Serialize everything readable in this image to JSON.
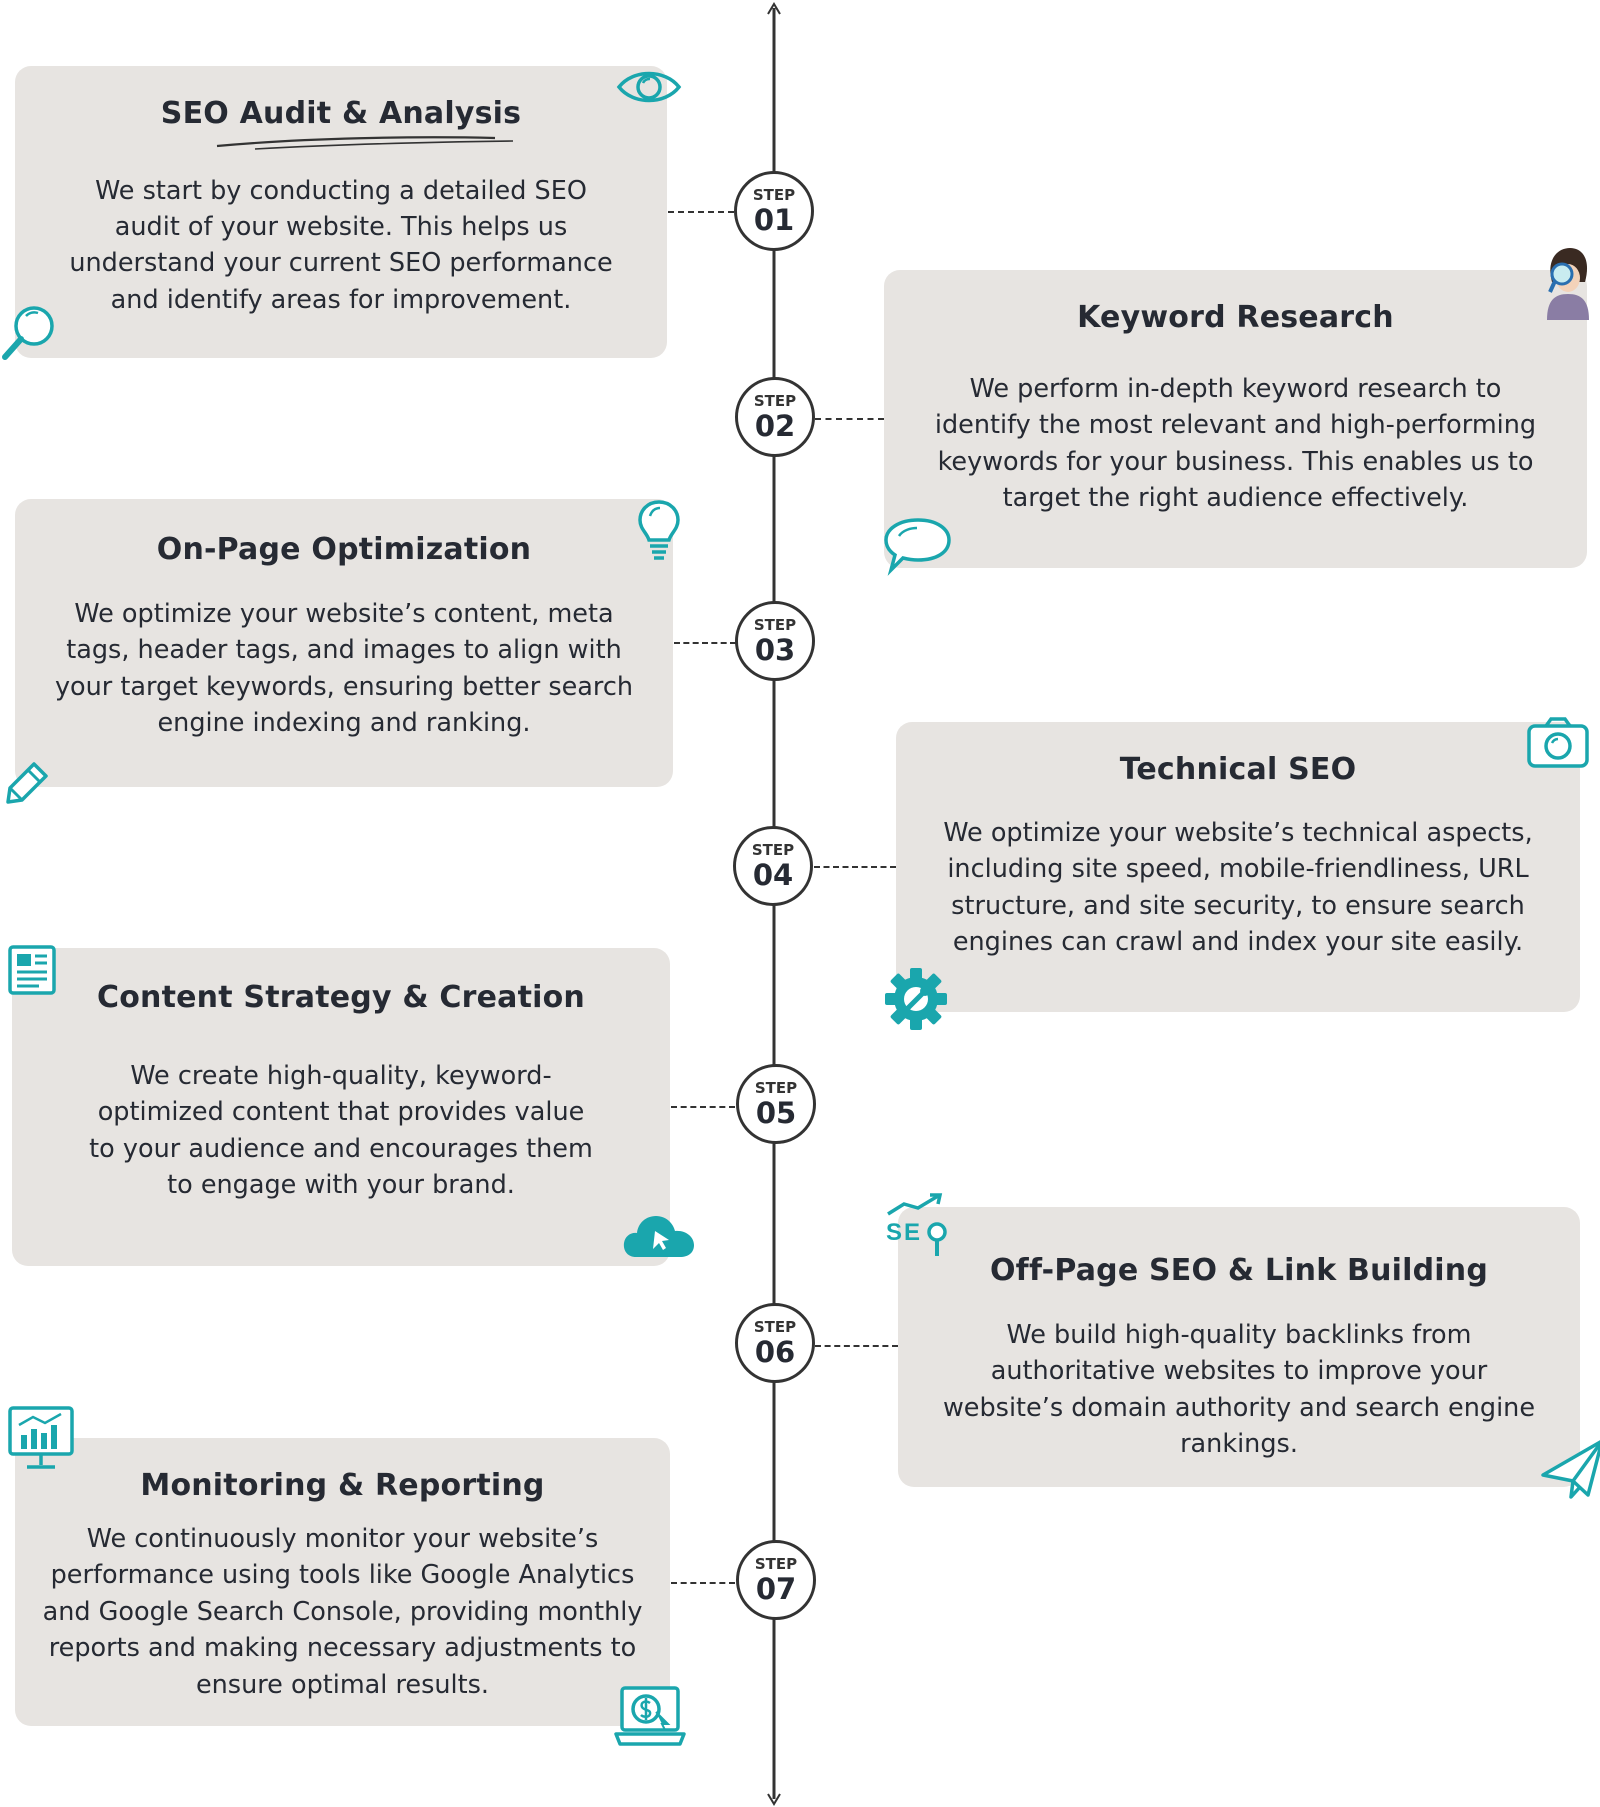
{
  "accent_color": "#1aa6ad",
  "card_color": "#e7e4e1",
  "steps": [
    {
      "step_word": "STEP",
      "number": "01",
      "title": "SEO Audit & Analysis",
      "lines": [
        "We start by conducting a detailed SEO",
        "audit of your website. This helps us",
        "understand your current SEO performance",
        "and identify areas for improvement."
      ],
      "icons": [
        "eye-icon",
        "magnifier-icon"
      ]
    },
    {
      "step_word": "STEP",
      "number": "02",
      "title": "Keyword Research",
      "lines": [
        "We perform in-depth keyword research to",
        "identify the most relevant and high-performing",
        "keywords for your business. This enables us to",
        "target the right audience effectively."
      ],
      "icons": [
        "person-magnifier-icon",
        "speech-bubble-icon"
      ]
    },
    {
      "step_word": "STEP",
      "number": "03",
      "title": "On-Page Optimization",
      "lines": [
        "We optimize your website’s content, meta",
        "tags, header tags, and images to align with",
        "your target keywords, ensuring better search",
        "engine indexing and ranking."
      ],
      "icons": [
        "lightbulb-icon",
        "pencil-icon"
      ]
    },
    {
      "step_word": "STEP",
      "number": "04",
      "title": "Technical SEO",
      "lines": [
        "We optimize your website’s technical aspects,",
        "including site speed, mobile-friendliness, URL",
        "structure, and site security, to ensure search",
        "engines can crawl and index your site easily."
      ],
      "icons": [
        "camera-icon",
        "gear-wrench-icon"
      ]
    },
    {
      "step_word": "STEP",
      "number": "05",
      "title": "Content Strategy & Creation",
      "lines": [
        "We create high-quality, keyword-",
        "optimized content that provides value",
        "to your audience and encourages them",
        "to engage with your brand."
      ],
      "icons": [
        "newspaper-icon",
        "cloud-cursor-icon"
      ]
    },
    {
      "step_word": "STEP",
      "number": "06",
      "title": "Off-Page SEO & Link Building",
      "lines": [
        "We build high-quality backlinks from",
        "authoritative websites to improve your",
        "website’s domain authority and search engine",
        "rankings."
      ],
      "icons": [
        "seo-growth-icon",
        "paper-plane-icon"
      ],
      "icon_text": "SE"
    },
    {
      "step_word": "STEP",
      "number": "07",
      "title": "Monitoring & Reporting",
      "lines": [
        "We continuously monitor your website’s",
        "performance using tools like Google Analytics",
        "and Google Search Console, providing monthly",
        "reports and making necessary adjustments to",
        "ensure optimal results."
      ],
      "icons": [
        "monitor-chart-icon",
        "laptop-dollar-icon"
      ]
    }
  ]
}
